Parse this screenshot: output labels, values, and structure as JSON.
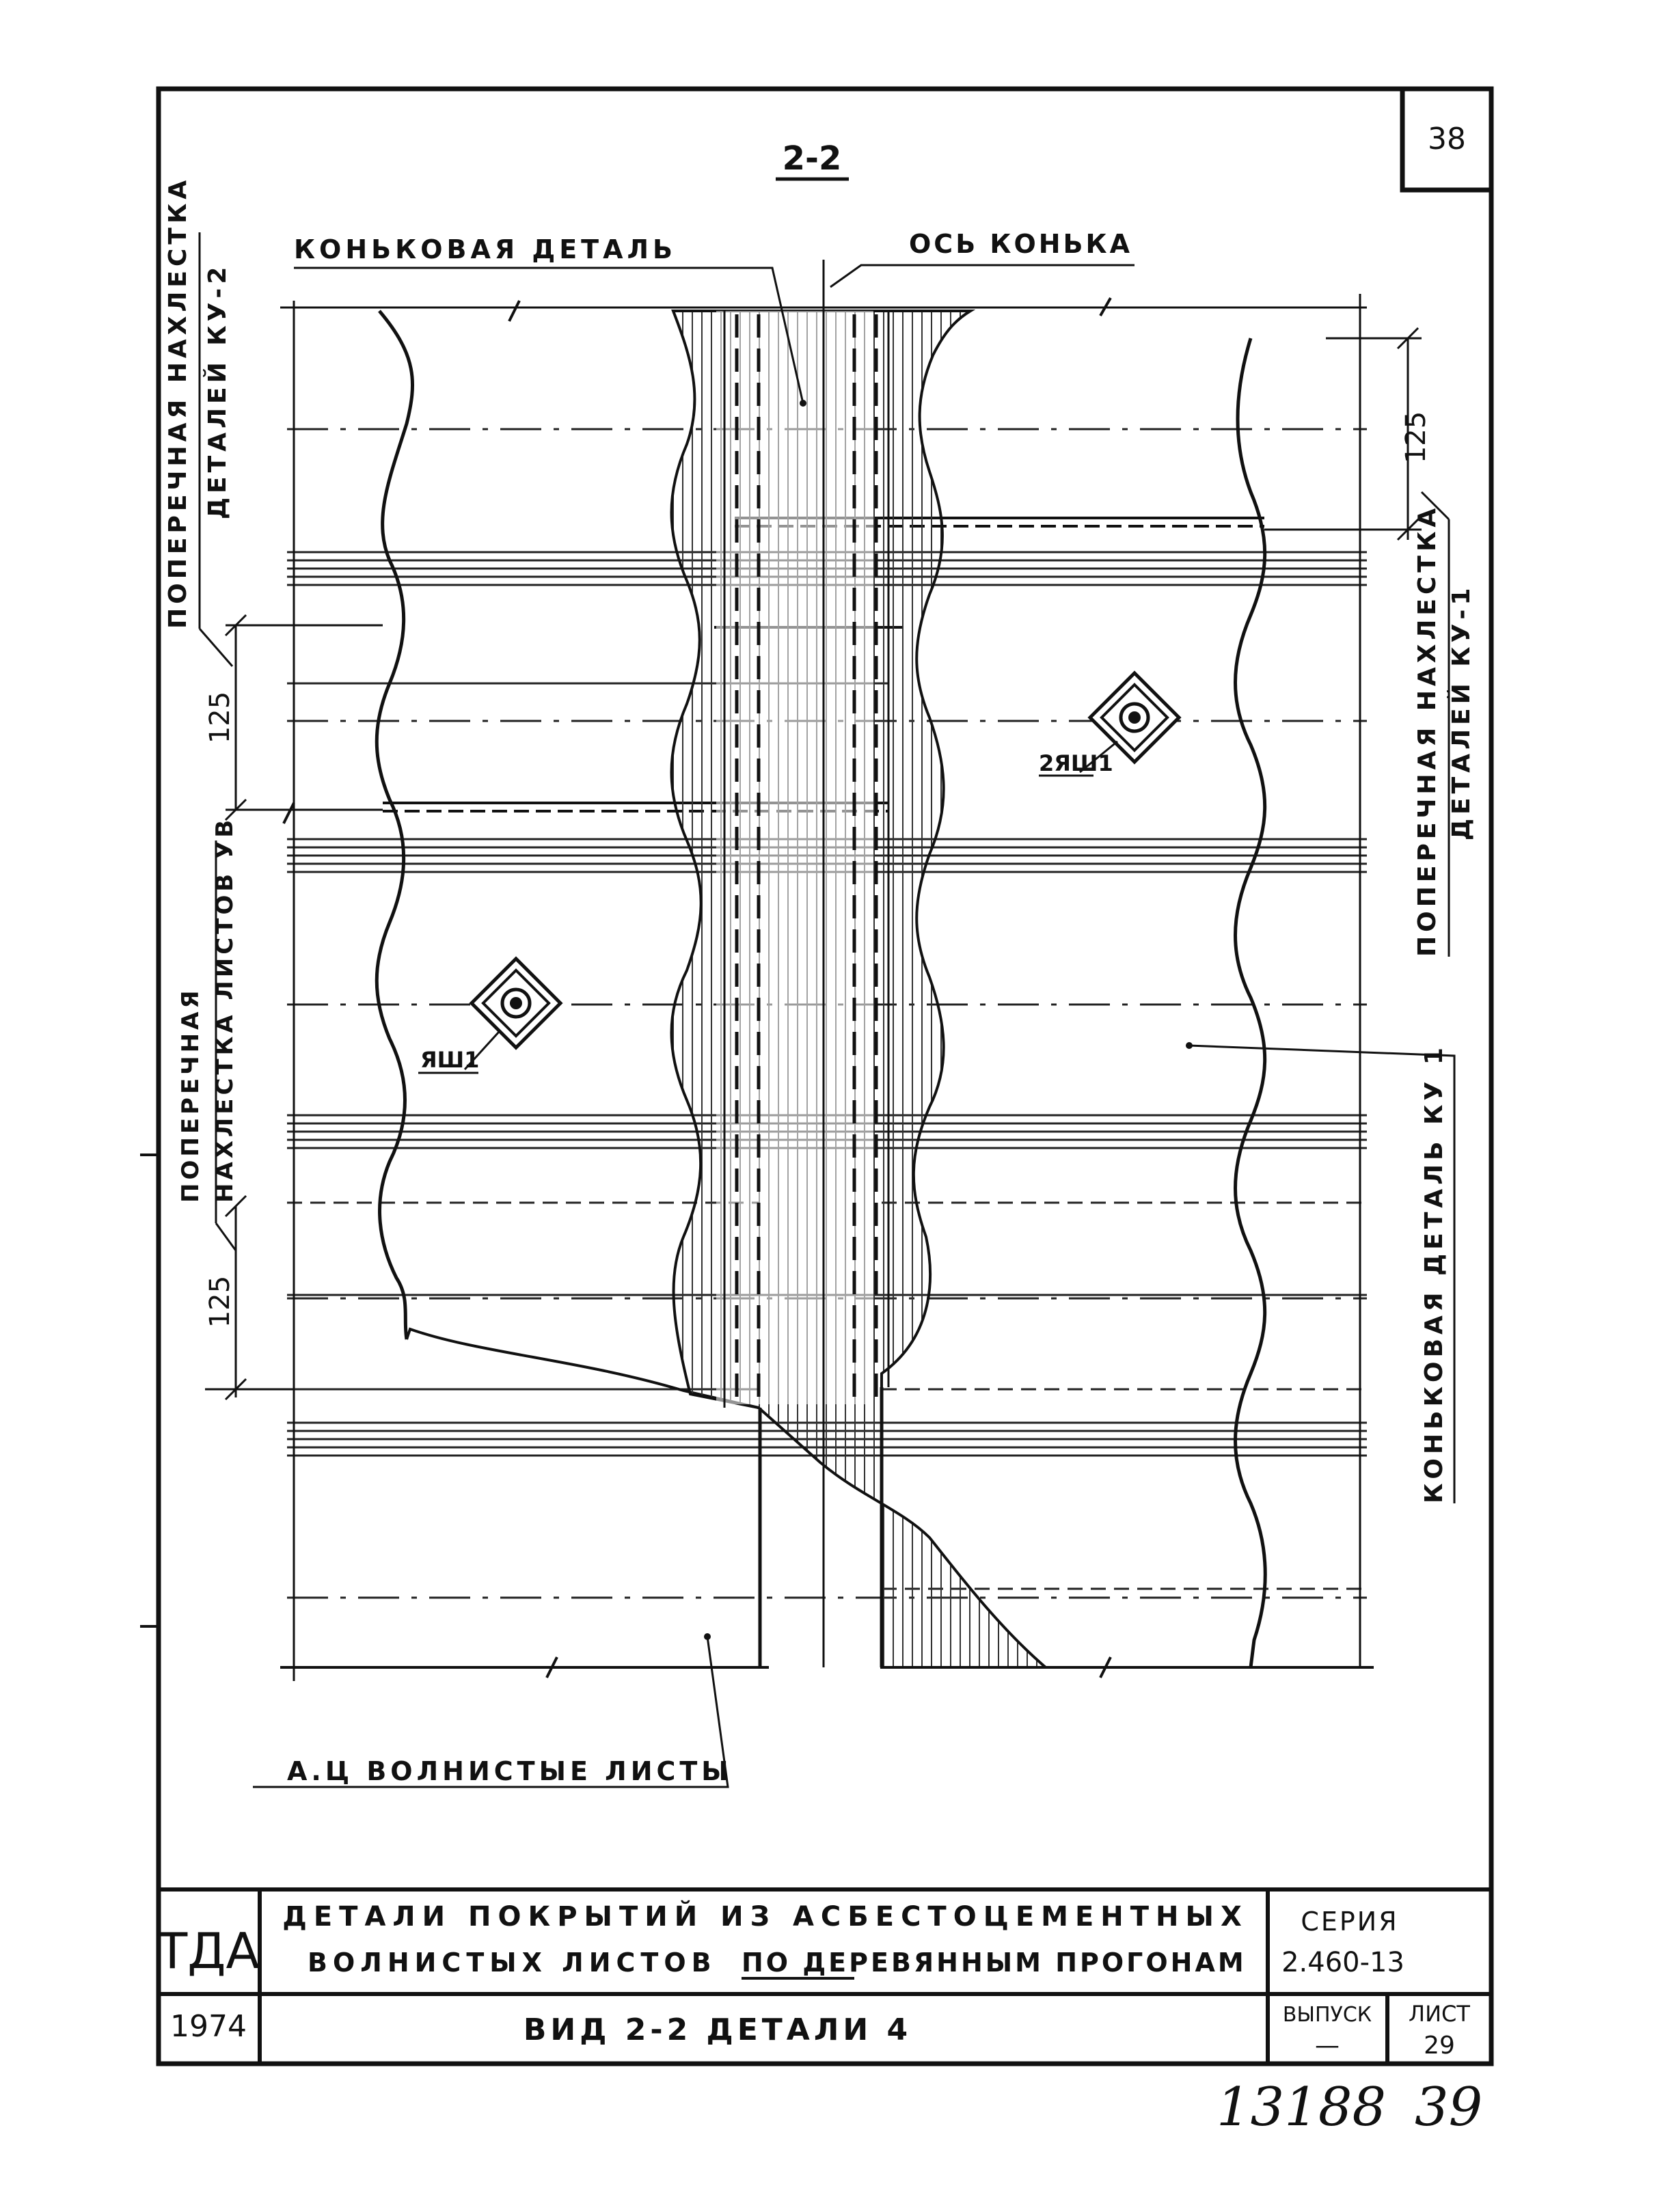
{
  "sheet": {
    "corner_number": "38",
    "section_mark": "2-2",
    "handwritten_bottom": [
      "13188",
      "39"
    ]
  },
  "labels": {
    "ridge_detail": "КОНЬКОВАЯ ДЕТАЛЬ",
    "ridge_axis": "ОСЬ КОНЬКА",
    "overlap_ku2_line1": "ПОПЕРЕЧНАЯ НАХЛЕСТКА",
    "overlap_ku2_line2": "ДЕТАЛЕЙ КУ-2",
    "overlap_ku1_line1": "ПОПЕРЕЧНАЯ НАХЛЕСТКА",
    "overlap_ku1_line2": "ДЕТАЛЕЙ КУ-1",
    "overlap_sheets_line1": "ПОПЕРЕЧНАЯ",
    "overlap_sheets_line2": "НАХЛЕСТКА ЛИСТОВ УВ",
    "ridge_detail_ku1": "КОНЬКОВАЯ ДЕТАЛЬ КУ 1",
    "ac_sheets": "А.Ц ВОЛНИСТЫЕ ЛИСТЫ",
    "fastener_right": "2ЯШ1",
    "fastener_left": "ЯШ1"
  },
  "dimensions": {
    "top_right": "125",
    "middle_left": "125",
    "bottom_left": "125"
  },
  "title_block": {
    "org": "ТДА",
    "year": "1974",
    "title_line1": "ДЕТАЛИ ПОКРЫТИЙ ИЗ АСБЕСТОЦЕМЕНТНЫХ",
    "title_line2_a": "ВОЛНИСТЫХ ЛИСТОВ",
    "title_line2_b": "ПО ДЕРЕВЯННЫМ ПРОГОНАМ",
    "sheet_title": "ВИД 2-2 ДЕТАЛИ 4",
    "series_label": "СЕРИЯ",
    "series_value": "2.460-13",
    "issue_label": "ВЫПУСК",
    "issue_value": "—",
    "list_label": "ЛИСТ",
    "list_value": "29"
  }
}
